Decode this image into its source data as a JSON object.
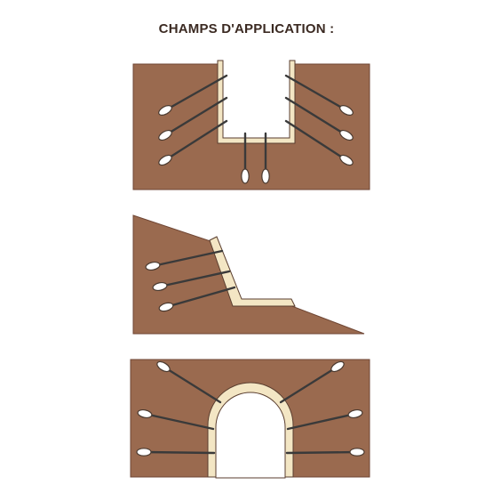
{
  "title": "CHAMPS D'APPLICATION :",
  "colors": {
    "soil": "#9a6a4f",
    "soil_edge": "#6f4634",
    "lining": "#f3e6c4",
    "lining_edge": "#5a3e2f",
    "anchor": "#3a3a3a",
    "anchor_head": "#ffffff",
    "title": "#3b2a22"
  },
  "diagrams": [
    {
      "name": "tranchee-blindee",
      "icon": "trench-diagram"
    },
    {
      "name": "talus-stabilise",
      "icon": "slope-diagram"
    },
    {
      "name": "tunnel-voute",
      "icon": "tunnel-diagram"
    }
  ]
}
